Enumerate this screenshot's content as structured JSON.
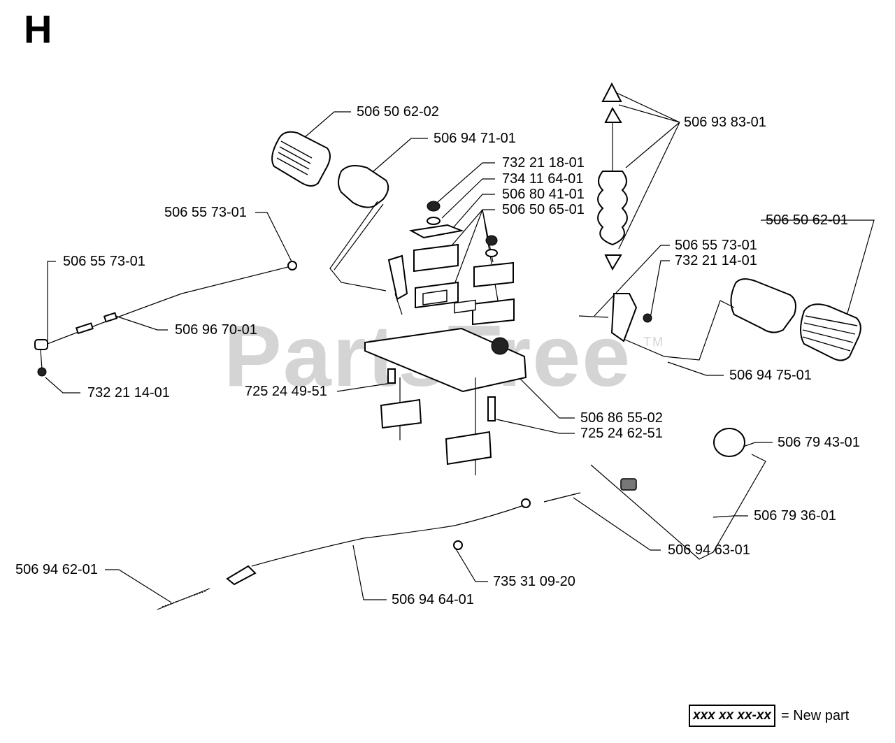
{
  "section": "H",
  "watermark": "PartsTree",
  "watermark_tm": "TM",
  "legend": {
    "sample": "xxx xx xx-xx",
    "text": "= New part"
  },
  "callouts": [
    {
      "id": "c1",
      "text": "506 50 62-02"
    },
    {
      "id": "c2",
      "text": "506 94 71-01"
    },
    {
      "id": "c3",
      "text": "732 21 18-01"
    },
    {
      "id": "c4",
      "text": "734 11 64-01"
    },
    {
      "id": "c5",
      "text": "506 80 41-01"
    },
    {
      "id": "c6",
      "text": "506 50 65-01"
    },
    {
      "id": "c7",
      "text": "506 93 83-01"
    },
    {
      "id": "c8",
      "text": "506 55 73-01"
    },
    {
      "id": "c9",
      "text": "506 55 73-01"
    },
    {
      "id": "c10",
      "text": "506 96 70-01"
    },
    {
      "id": "c11",
      "text": "732 21 14-01"
    },
    {
      "id": "c12",
      "text": "725 24 49-51"
    },
    {
      "id": "c13",
      "text": "506 50 62-01"
    },
    {
      "id": "c14",
      "text": "506 55 73-01"
    },
    {
      "id": "c15",
      "text": "732 21 14-01"
    },
    {
      "id": "c16",
      "text": "506 94 75-01"
    },
    {
      "id": "c17",
      "text": "506 86 55-02"
    },
    {
      "id": "c18",
      "text": "725 24 62-51"
    },
    {
      "id": "c19",
      "text": "506 79 43-01"
    },
    {
      "id": "c20",
      "text": "506 79 36-01"
    },
    {
      "id": "c21",
      "text": "506 94 63-01"
    },
    {
      "id": "c22",
      "text": "506 94 62-01"
    },
    {
      "id": "c23",
      "text": "735 31 09-20"
    },
    {
      "id": "c24",
      "text": "506 94 64-01"
    }
  ]
}
